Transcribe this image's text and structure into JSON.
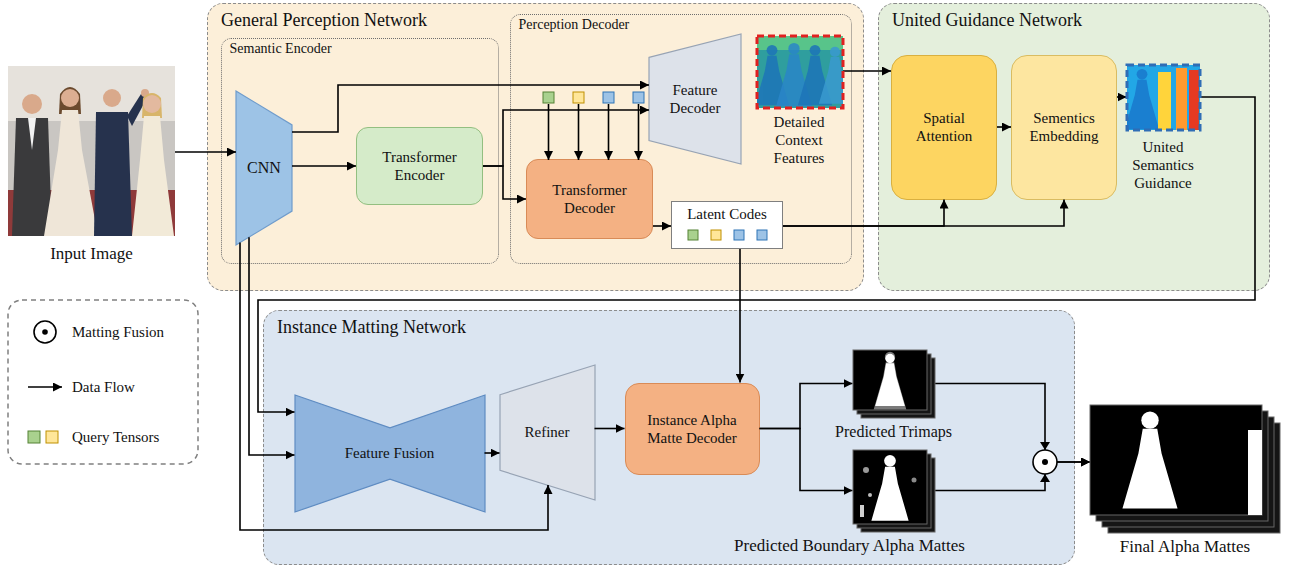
{
  "diagram": {
    "nodes": [
      {
        "text": [
          "Input Image"
        ]
      },
      {
        "text": [
          "General Perception Network"
        ]
      },
      {
        "text": [
          "Semantic Encoder"
        ],
        "in": 1
      },
      {
        "text": [
          "CNN"
        ],
        "in": 2
      },
      {
        "text": [
          "Transformer Encoder"
        ],
        "in": 2
      },
      {
        "text": [
          "Perception Decoder"
        ],
        "in": 1
      },
      {
        "text": [
          "Feature Decoder"
        ],
        "in": 5
      },
      {
        "text": [
          "Detailed Context Features"
        ],
        "in": 5
      },
      {
        "text": [
          "Transformer Decoder"
        ],
        "in": 5
      },
      {
        "text": [
          "Latent Codes"
        ],
        "in": 5
      },
      {
        "text": [
          "United Guidance Network"
        ]
      },
      {
        "text": [
          "Spatial Attention"
        ],
        "in": 10
      },
      {
        "text": [
          "Sementics Embedding"
        ],
        "in": 10
      },
      {
        "text": [
          "United Semantics Guidance"
        ],
        "in": 10
      },
      {
        "text": [
          "Instance Matting Network"
        ]
      },
      {
        "text": [
          "Feature Fusion"
        ],
        "in": 14
      },
      {
        "text": [
          "Refiner"
        ],
        "in": 14
      },
      {
        "text": [
          "Instance Alpha Matte Decoder"
        ],
        "in": 14
      },
      {
        "text": [
          "Predicted Trimaps"
        ],
        "in": 14
      },
      {
        "text": [
          "Predicted Boundary Alpha Mattes"
        ],
        "in": 14
      },
      {
        "text": [
          "Final Alpha Mattes"
        ]
      }
    ],
    "edges": [
      {
        "from": 0,
        "to": 3,
        "arrow": "to"
      },
      {
        "from": 3,
        "to": 4,
        "arrow": "to"
      },
      {
        "from": 3,
        "to": 6,
        "arrow": "to"
      },
      {
        "from": 4,
        "to": 6,
        "arrow": "to"
      },
      {
        "from": 4,
        "to": 8,
        "arrow": "to"
      },
      {
        "from": 8,
        "to": 9,
        "arrow": "to"
      },
      {
        "from": 7,
        "to": 11,
        "arrow": "to"
      },
      {
        "from": 9,
        "to": 11,
        "arrow": "to"
      },
      {
        "from": 9,
        "to": 12,
        "arrow": "to"
      },
      {
        "from": 11,
        "to": 12,
        "arrow": "to"
      },
      {
        "from": 12,
        "to": 13,
        "arrow": "to"
      },
      {
        "from": 13,
        "to": 15,
        "arrow": "to"
      },
      {
        "from": 3,
        "to": 15,
        "arrow": "to"
      },
      {
        "from": 3,
        "to": 16,
        "arrow": "to"
      },
      {
        "from": 9,
        "to": 17,
        "arrow": "to"
      },
      {
        "from": 15,
        "to": 16,
        "arrow": "to"
      },
      {
        "from": 16,
        "to": 17,
        "arrow": "to"
      },
      {
        "from": 17,
        "to": 18,
        "arrow": "to"
      },
      {
        "from": 17,
        "to": 19,
        "arrow": "to"
      },
      {
        "from": 18,
        "to": 20,
        "arrow": "to"
      },
      {
        "from": 19,
        "to": 20,
        "arrow": "to"
      }
    ],
    "legend": [
      {
        "text": "Matting Fusion"
      },
      {
        "text": "Data Flow"
      },
      {
        "text": "Query Tensors"
      }
    ]
  }
}
